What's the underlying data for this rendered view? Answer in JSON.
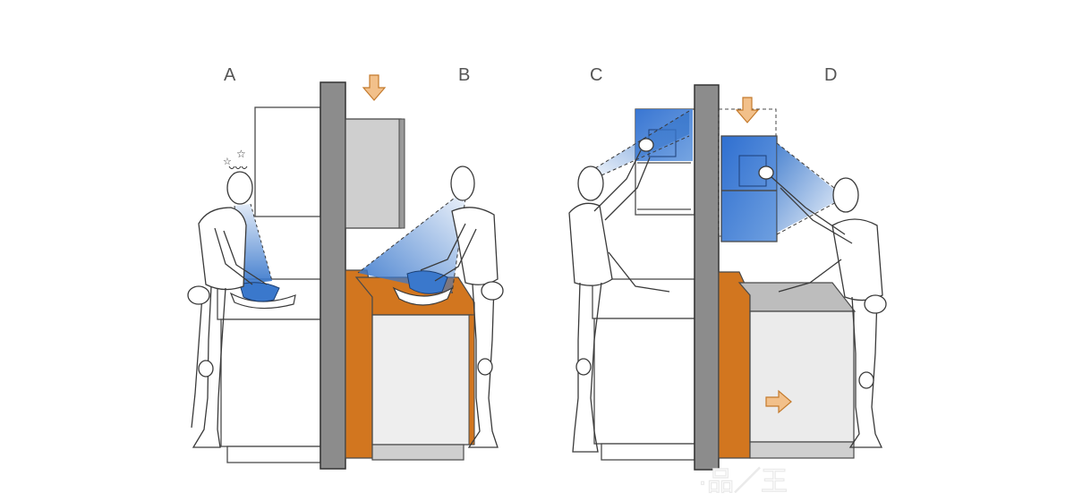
{
  "panels": [
    {
      "label": "A"
    },
    {
      "label": "B"
    },
    {
      "label": "C"
    },
    {
      "label": "D"
    }
  ],
  "watermark": "·品／王",
  "colors": {
    "wall": "#8c8c8c",
    "counter_accent": "#d2761f",
    "cabinet_grey": "#cfcfcf",
    "sight_blue": "#3a78cc",
    "arrow_orange": "#e8a45a"
  },
  "icons": [
    "down-arrow-icon",
    "right-arrow-icon",
    "dizzy-stars-icon"
  ]
}
